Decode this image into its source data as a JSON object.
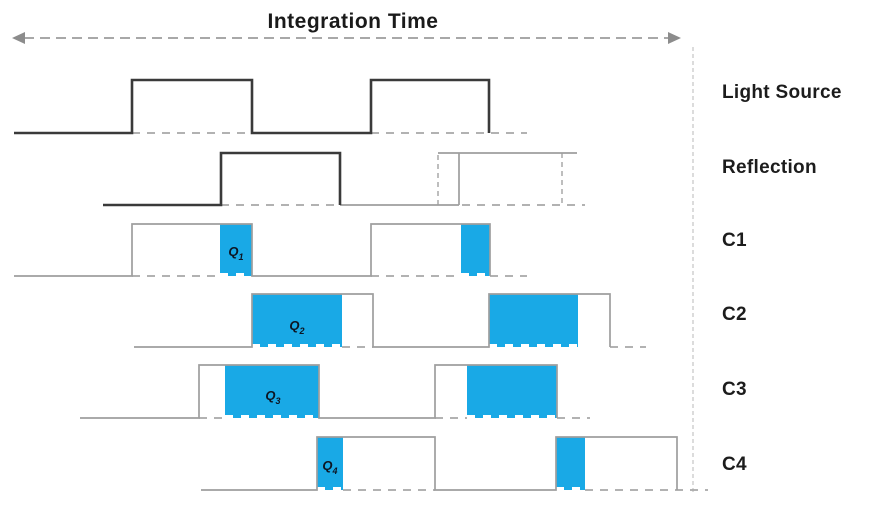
{
  "title": "Integration Time",
  "rows": [
    {
      "id": "light-source",
      "label": "Light Source"
    },
    {
      "id": "reflection",
      "label": "Reflection"
    },
    {
      "id": "c1",
      "label": "C1"
    },
    {
      "id": "c2",
      "label": "C2"
    },
    {
      "id": "c3",
      "label": "C3"
    },
    {
      "id": "c4",
      "label": "C4"
    }
  ],
  "charges": [
    {
      "symbol": "Q",
      "subscript": "1"
    },
    {
      "symbol": "Q",
      "subscript": "2"
    },
    {
      "symbol": "Q",
      "subscript": "3"
    },
    {
      "symbol": "Q",
      "subscript": "4"
    }
  ],
  "colors": {
    "charge_fill": "#19A9E6",
    "dark_line": "#3A3A3A",
    "gray_line": "#9E9E9E",
    "arrow": "#8C8C8C"
  }
}
